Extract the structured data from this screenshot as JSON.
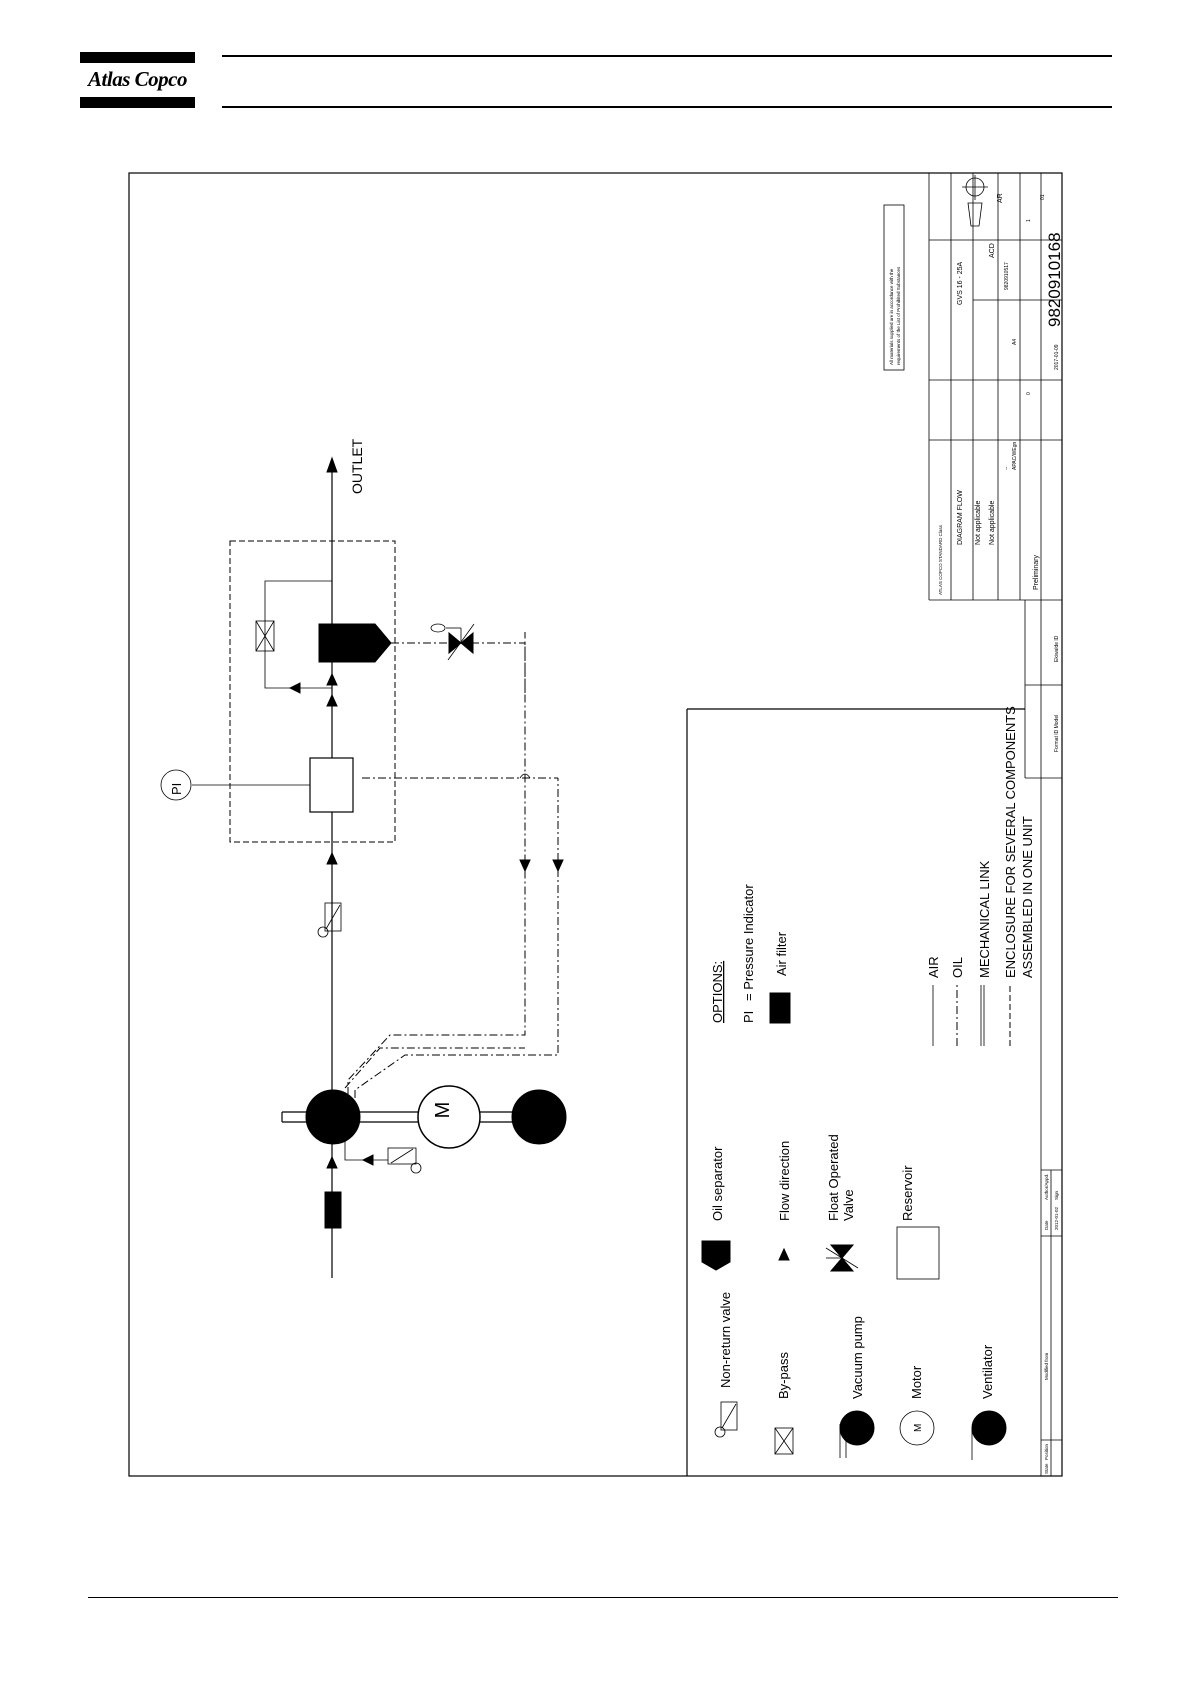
{
  "header": {
    "logo_text": "Atlas Copco"
  },
  "diagram": {
    "outlet_label": "OUTLET",
    "pi_label": "PI",
    "motor_label": "M",
    "legend": {
      "non_return_valve": "Non-return valve",
      "by_pass": "By-pass",
      "vacuum_pump": "Vacuum pump",
      "motor": "Motor",
      "ventilator": "Ventilator",
      "oil_separator": "Oil separator",
      "flow_direction": "Flow direction",
      "float_valve_line1": "Float Operated",
      "float_valve_line2": "Valve",
      "reservoir": "Reservoir",
      "options_title": "OPTIONS:",
      "pi_abbr": "PI",
      "pressure_indicator": "= Pressure Indicator",
      "air_filter": "Air filter",
      "air": "AIR",
      "oil": "OIL",
      "mechanical_link": "MECHANICAL LINK",
      "enclosure_line1": "ENCLOSURE FOR SEVERAL COMPONENTS",
      "enclosure_line2": "ASSEMBLED IN ONE UNIT"
    },
    "title_block": {
      "compliance_note_line1": "All materials supplied are in accordance with the",
      "compliance_note_line2": "requirements of the List of Prohibited Substances",
      "owner": "ATLAS COPCO STANDARD Class",
      "name_value": "DIAGRAM FLOW",
      "model_value": "GVS 16 - 25A",
      "material_value": "Not applicable",
      "treatment_value": "Not applicable",
      "scale_value": "--",
      "drawn_by": "APAC/WEgn",
      "company": "ACD",
      "status": "Preliminary",
      "document_number": "9820910168",
      "sheet": "1",
      "sheets": "01",
      "format": "A4",
      "drawing_class": "AR",
      "revision": "0",
      "date": "2017-01-09",
      "drawing_id": "9820910517",
      "first_used": "Ekiwalde ID",
      "format_label": "Format ID Model",
      "modified_from": "Modified from",
      "change_date": "2012-01-02",
      "position_label": "Position",
      "state_label": "State",
      "author_label": "Author/Appd.",
      "date_label": "Date",
      "sign_label": "Sign"
    }
  }
}
